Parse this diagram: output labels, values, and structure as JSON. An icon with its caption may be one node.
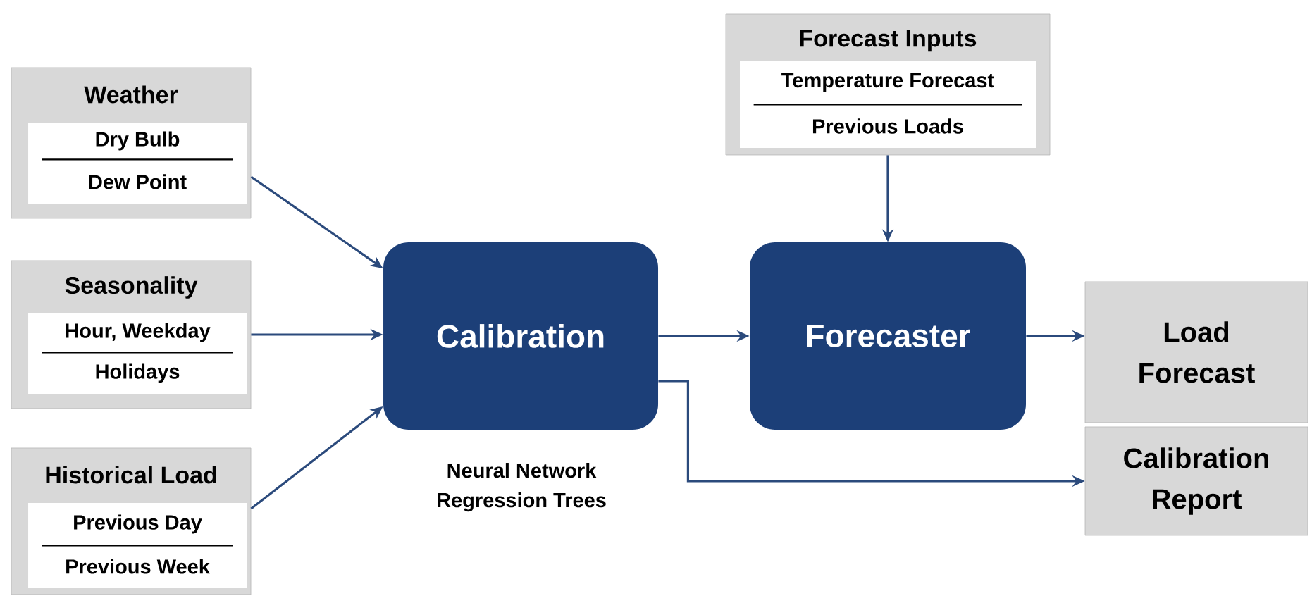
{
  "diagram": {
    "nodes": [
      {
        "text": [
          "Weather"
        ]
      },
      {
        "text": [
          "Dry Bulb"
        ],
        "in": 0
      },
      {
        "text": [
          "Dew Point"
        ],
        "in": 0
      },
      {
        "text": [
          "Seasonality"
        ]
      },
      {
        "text": [
          "Hour, Weekday"
        ],
        "in": 3
      },
      {
        "text": [
          "Holidays"
        ],
        "in": 3
      },
      {
        "text": [
          "Historical Load"
        ]
      },
      {
        "text": [
          "Previous Day"
        ],
        "in": 6
      },
      {
        "text": [
          "Previous Week"
        ],
        "in": 6
      },
      {
        "text": [
          "Forecast Inputs"
        ]
      },
      {
        "text": [
          "Temperature Forecast"
        ],
        "in": 9
      },
      {
        "text": [
          "Previous Loads"
        ],
        "in": 9
      },
      {
        "text": [
          "Calibration"
        ],
        "beside": [
          "Neural Network",
          "Regression Trees"
        ]
      },
      {
        "text": [
          "Forecaster"
        ]
      },
      {
        "text": [
          "Load Forecast"
        ]
      },
      {
        "text": [
          "Calibration Report"
        ]
      }
    ],
    "edges": [
      {
        "from": 0,
        "to": 12,
        "arrow": "to"
      },
      {
        "from": 3,
        "to": 12,
        "arrow": "to"
      },
      {
        "from": 6,
        "to": 12,
        "arrow": "to"
      },
      {
        "from": 12,
        "to": 13,
        "arrow": "to"
      },
      {
        "from": 9,
        "to": 13,
        "arrow": "to"
      },
      {
        "from": 13,
        "to": 14,
        "arrow": "to"
      },
      {
        "from": 12,
        "to": 15,
        "arrow": "to"
      }
    ]
  }
}
